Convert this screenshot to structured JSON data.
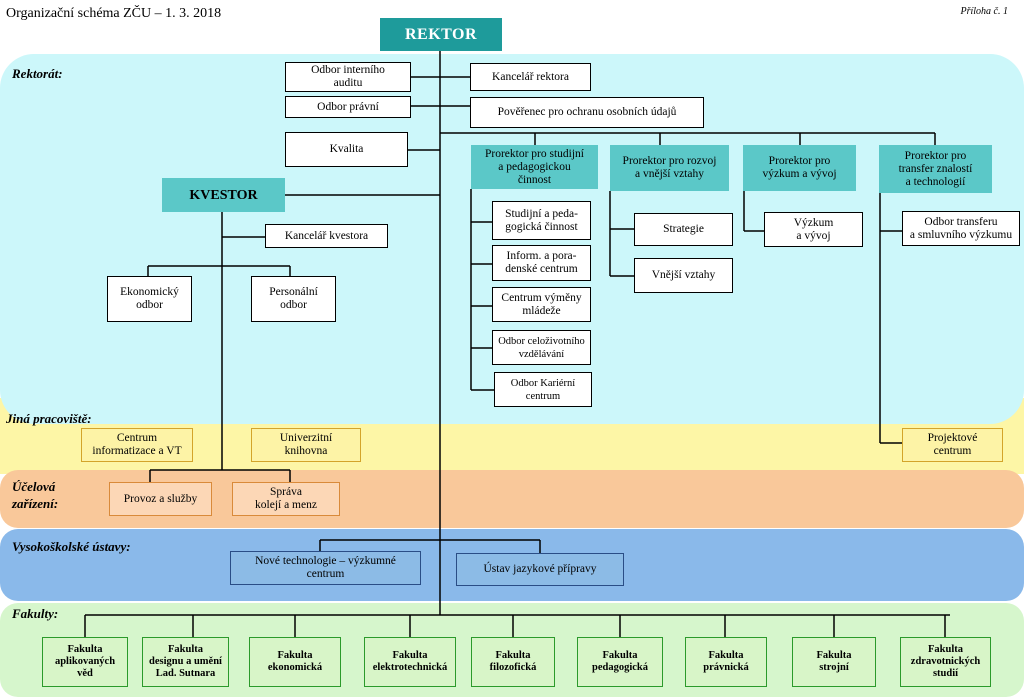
{
  "header": {
    "title": "Organizační schéma ZČU – 1. 3. 2018",
    "annex": "Příloha č. 1"
  },
  "regions": {
    "rektorat": "Rektorát:",
    "jina": "Jiná pracoviště:",
    "ucelova": "Účelová\nzařízení:",
    "vysokoskolske": "Vysokoškolské ústavy:",
    "fakulty": "Fakulty:"
  },
  "top": {
    "rektor": "REKTOR",
    "kvestor": "KVESTOR"
  },
  "rektorat_units": {
    "audit": "Odbor interního\nauditu",
    "pravni": "Odbor právní",
    "kvalita": "Kvalita",
    "kancelar_rektora": "Kancelář rektora",
    "poverenec": "Pověřenec pro ochranu osobních údajů"
  },
  "prorectors": {
    "studijni": "Prorektor pro studijní\na pedagogickou\nčinnost",
    "rozvoj": "Prorektor pro rozvoj\na vnější vztahy",
    "vyzkum": "Prorektor pro\nvýzkum a vývoj",
    "transfer": "Prorektor pro\ntransfer znalostí\na technologií"
  },
  "studijni_units": [
    "Studijní a peda-\ngogická činnost",
    "Inform. a pora-\ndenské centrum",
    "Centrum výměny\nmládeže",
    "Odbor celoživotního\nvzdělávání",
    "Odbor Kariérní\ncentrum"
  ],
  "rozvoj_units": [
    "Strategie",
    "Vnější vztahy"
  ],
  "vyzkum_units": [
    "Výzkum\na vývoj"
  ],
  "transfer_units": [
    "Odbor transferu\na smluvního výzkumu"
  ],
  "kvestor_units": {
    "kancelar_kvestora": "Kancelář kvestora",
    "ekonomicky": "Ekonomický\nodbor",
    "personalni": "Personální\nodbor"
  },
  "jina_units": {
    "civt": "Centrum\ninformatizace a VT",
    "knihovna": "Univerzitní\nknihovna",
    "projektove": "Projektové\ncentrum"
  },
  "ucelova_units": {
    "provoz": "Provoz a služby",
    "sprava": "Správa\nkolejí a menz"
  },
  "ustavy": {
    "nove": "Nové technologie – výzkumné\ncentrum",
    "jazykove": "Ústav jazykové přípravy"
  },
  "fakulty": [
    "Fakulta\naplikovaných\nvěd",
    "Fakulta\ndesignu a umění\nLad. Sutnara",
    "Fakulta\nekonomická",
    "Fakulta\nelektrotechnická",
    "Fakulta\nfilozofická",
    "Fakulta\npedagogická",
    "Fakulta\nprávnická",
    "Fakulta\nstrojní",
    "Fakulta\nzdravotnických\nstudií"
  ],
  "colors": {
    "rektorat_bg": "#ccf7fa",
    "jina_bg": "#fdf6a6",
    "ucelova_bg": "#f9c89a",
    "ustavy_bg": "#8ab9ea",
    "fakulty_bg": "#d6f6cc",
    "rektor_box": "#1e9b9b",
    "prorector_box": "#5bc8c8"
  }
}
